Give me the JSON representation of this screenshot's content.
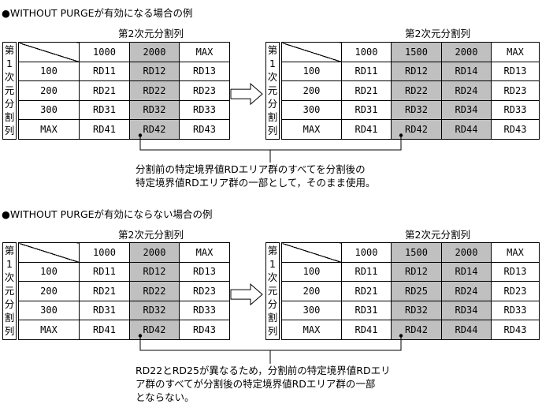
{
  "sections": [
    {
      "heading": "●WITHOUT PURGEが有効になる場合の例",
      "before": {
        "col_title": "第2次元分割列",
        "row_title": [
          "第",
          "1",
          "次",
          "元",
          "分",
          "割",
          "列"
        ],
        "header": [
          "1000",
          "2000",
          "MAX"
        ],
        "rows": [
          {
            "key": "100",
            "cells": [
              "RD11",
              "RD12",
              "RD13"
            ]
          },
          {
            "key": "200",
            "cells": [
              "RD21",
              "RD22",
              "RD23"
            ]
          },
          {
            "key": "300",
            "cells": [
              "RD31",
              "RD32",
              "RD33"
            ]
          },
          {
            "key": "MAX",
            "cells": [
              "RD41",
              "RD42",
              "RD43"
            ]
          }
        ]
      },
      "after": {
        "col_title": "第2次元分割列",
        "row_title": [
          "第",
          "1",
          "次",
          "元",
          "分",
          "割",
          "列"
        ],
        "header": [
          "1000",
          "1500",
          "2000",
          "MAX"
        ],
        "rows": [
          {
            "key": "100",
            "cells": [
              "RD11",
              "RD12",
              "RD14",
              "RD13"
            ]
          },
          {
            "key": "200",
            "cells": [
              "RD21",
              "RD22",
              "RD24",
              "RD23"
            ]
          },
          {
            "key": "300",
            "cells": [
              "RD31",
              "RD32",
              "RD34",
              "RD33"
            ]
          },
          {
            "key": "MAX",
            "cells": [
              "RD41",
              "RD42",
              "RD44",
              "RD43"
            ]
          }
        ]
      },
      "note": [
        "分割前の特定境界値RDエリア群のすべてを分割後の",
        "特定境界値RDエリア群の一部として，そのまま使用。"
      ]
    },
    {
      "heading": "●WITHOUT PURGEが有効にならない場合の例",
      "before": {
        "col_title": "第2次元分割列",
        "row_title": [
          "第",
          "1",
          "次",
          "元",
          "分",
          "割",
          "列"
        ],
        "header": [
          "1000",
          "2000",
          "MAX"
        ],
        "rows": [
          {
            "key": "100",
            "cells": [
              "RD11",
              "RD12",
              "RD13"
            ]
          },
          {
            "key": "200",
            "cells": [
              "RD21",
              "RD22",
              "RD23"
            ]
          },
          {
            "key": "300",
            "cells": [
              "RD31",
              "RD32",
              "RD33"
            ]
          },
          {
            "key": "MAX",
            "cells": [
              "RD41",
              "RD42",
              "RD43"
            ]
          }
        ]
      },
      "after": {
        "col_title": "第2次元分割列",
        "row_title": [
          "第",
          "1",
          "次",
          "元",
          "分",
          "割",
          "列"
        ],
        "header": [
          "1000",
          "1500",
          "2000",
          "MAX"
        ],
        "rows": [
          {
            "key": "100",
            "cells": [
              "RD11",
              "RD12",
              "RD14",
              "RD13"
            ]
          },
          {
            "key": "200",
            "cells": [
              "RD21",
              "RD25",
              "RD24",
              "RD23"
            ]
          },
          {
            "key": "300",
            "cells": [
              "RD31",
              "RD32",
              "RD34",
              "RD33"
            ]
          },
          {
            "key": "MAX",
            "cells": [
              "RD41",
              "RD42",
              "RD44",
              "RD43"
            ]
          }
        ]
      },
      "note": [
        "RD22とRD25が異なるため，分割前の特定境界値RDエリ",
        "ア群のすべてが分割後の特定境界値RDエリア群の一部",
        "とならない。"
      ]
    }
  ]
}
